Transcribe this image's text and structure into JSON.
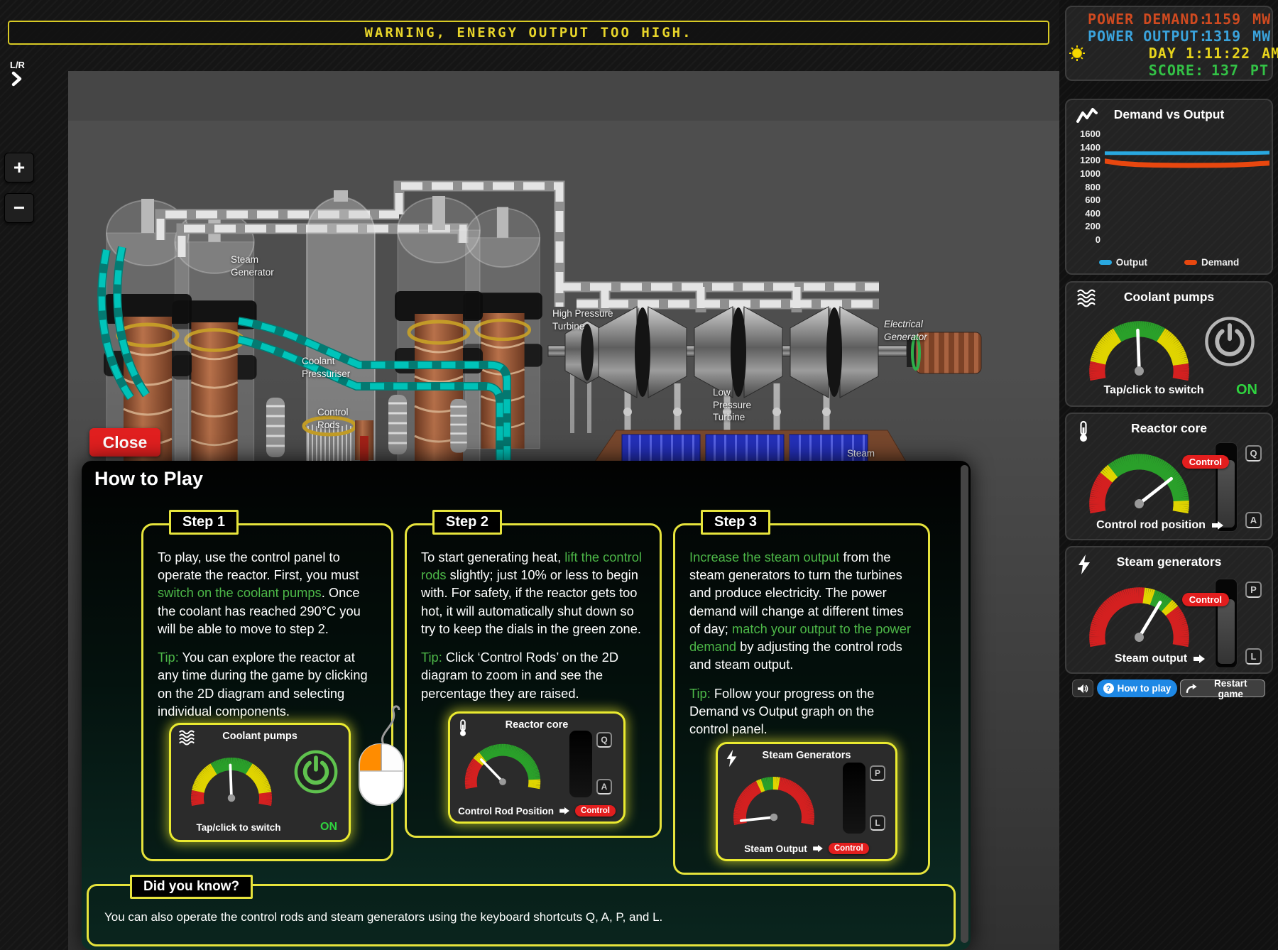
{
  "warning": {
    "text": "WARNING, ENERGY OUTPUT TOO HIGH."
  },
  "viewport": {
    "lr": "L/R",
    "zoom_in": "+",
    "zoom_out": "−",
    "labels": {
      "steam_generator": "Steam\nGenerator",
      "coolant_pressuriser": "Coolant\nPressuriser",
      "control_rods": "Control\nRods",
      "hp_turbine": "High Pressure\nTurbine",
      "lp_turbine": "Low\nPressure\nTurbine",
      "electrical_generator": "Electrical\nGenerator",
      "steam_condenser": "Steam\nCondenser"
    }
  },
  "status": {
    "rows": [
      {
        "label": "POWER DEMAND:",
        "value": "1159",
        "unit": "MW",
        "color": "#d04a20"
      },
      {
        "label": "POWER OUTPUT:",
        "value": "1319",
        "unit": "MW",
        "color": "#3aa3dc"
      },
      {
        "label": "DAY 1:",
        "value": "11:22",
        "unit": "AM",
        "color": "#e8d41c"
      },
      {
        "label": "SCORE:",
        "value": "137",
        "unit": "PT",
        "color": "#33c146"
      }
    ]
  },
  "chart_data": {
    "type": "line",
    "title": "Demand vs Output",
    "xlabel": "",
    "ylabel": "",
    "ylim": [
      0,
      1600
    ],
    "yticks": [
      1600,
      1400,
      1200,
      1000,
      800,
      600,
      400,
      200,
      0
    ],
    "grid": false,
    "legend_position": "bottom",
    "series": [
      {
        "name": "Output",
        "color": "#29a8e0",
        "values": [
          1310,
          1310,
          1310,
          1310,
          1310,
          1310,
          1310,
          1310,
          1310,
          1314,
          1319
        ]
      },
      {
        "name": "Demand",
        "color": "#e8470f",
        "values": [
          1190,
          1155,
          1138,
          1130,
          1126,
          1124,
          1125,
          1128,
          1133,
          1145,
          1159
        ]
      }
    ]
  },
  "panels": {
    "coolant_pumps": {
      "title": "Coolant pumps",
      "hint": "Tap/click to switch",
      "state": "ON",
      "state_color": "#2fd33f",
      "gauge": {
        "segments": [
          [
            -100,
            -80,
            "#d42020"
          ],
          [
            -80,
            -32,
            "#e0d400"
          ],
          [
            -32,
            32,
            "#2aa02a"
          ],
          [
            32,
            80,
            "#e0d400"
          ],
          [
            80,
            100,
            "#d42020"
          ]
        ],
        "needle": -2
      }
    },
    "reactor_core": {
      "title": "Reactor core",
      "label": "Control rod position",
      "badge": "Control",
      "key_up": "Q",
      "key_down": "A",
      "gauge": {
        "segments": [
          [
            -100,
            -52,
            "#d42020"
          ],
          [
            -52,
            -40,
            "#e0d400"
          ],
          [
            -40,
            86,
            "#2aa02a"
          ],
          [
            86,
            100,
            "#e0d400"
          ]
        ],
        "needle": 52
      }
    },
    "steam_generators": {
      "title": "Steam generators",
      "label": "Steam output",
      "badge": "Control",
      "key_up": "P",
      "key_down": "L",
      "gauge": {
        "segments": [
          [
            -100,
            6,
            "#d42020"
          ],
          [
            6,
            18,
            "#e0d400"
          ],
          [
            18,
            40,
            "#2aa02a"
          ],
          [
            40,
            52,
            "#e0d400"
          ],
          [
            52,
            100,
            "#d42020"
          ]
        ],
        "needle": 31
      }
    }
  },
  "sidebar_buttons": {
    "how_to_play": "How to play",
    "restart": "Restart game"
  },
  "modal": {
    "close": "Close",
    "title": "How to Play",
    "steps": [
      {
        "tab": "Step 1",
        "body": [
          {
            "t": "To play, use the control panel to operate the reactor. First, you must "
          },
          {
            "t": "switch on the coolant pumps",
            "g": true
          },
          {
            "t": ". Once the coolant has reached 290°C you will be able to move to step 2."
          }
        ],
        "tip": [
          {
            "t": "Tip:",
            "g": true
          },
          {
            "t": " You can explore the reactor at any time during the game by clicking on the 2D diagram and selecting individual components."
          }
        ],
        "mini": {
          "title": "Coolant pumps",
          "hint": "Tap/click to switch",
          "state": "ON",
          "gauge": {
            "segments": [
              [
                -100,
                -80,
                "#d42020"
              ],
              [
                -80,
                -32,
                "#e0d400"
              ],
              [
                -32,
                32,
                "#2aa02a"
              ],
              [
                32,
                80,
                "#e0d400"
              ],
              [
                80,
                100,
                "#d42020"
              ]
            ],
            "needle": -2
          }
        }
      },
      {
        "tab": "Step 2",
        "body": [
          {
            "t": "To start generating heat, "
          },
          {
            "t": "lift the control rods",
            "g": true
          },
          {
            "t": " slightly; just 10% or less to begin with. For safety, if the reactor gets too hot, it will automatically shut down so try to keep the dials in the green zone."
          }
        ],
        "tip": [
          {
            "t": "Tip:",
            "g": true
          },
          {
            "t": " Click ‘Control Rods’ on the 2D diagram to zoom in and see the percentage they are raised."
          }
        ],
        "mini": {
          "title": "Reactor core",
          "label": "Control Rod Position",
          "badge": "Control",
          "key_up": "Q",
          "key_down": "A",
          "gauge": {
            "segments": [
              [
                -100,
                -52,
                "#d42020"
              ],
              [
                -52,
                -40,
                "#e0d400"
              ],
              [
                -40,
                86,
                "#2aa02a"
              ],
              [
                86,
                100,
                "#e0d400"
              ]
            ],
            "needle": -44
          }
        }
      },
      {
        "tab": "Step 3",
        "body": [
          {
            "t": "Increase the steam output",
            "g": true
          },
          {
            "t": " from the steam generators to turn the turbines and produce electricity. The power demand will change at different times of day; "
          },
          {
            "t": "match your output to the power demand",
            "g": true
          },
          {
            "t": " by adjusting the control rods and steam output."
          }
        ],
        "tip": [
          {
            "t": "Tip:",
            "g": true
          },
          {
            "t": " Follow your progress on the Demand vs Output graph on the control panel."
          }
        ],
        "mini": {
          "title": "Steam Generators",
          "label": "Steam Output",
          "badge": "Control",
          "key_up": "P",
          "key_down": "L",
          "gauge": {
            "segments": [
              [
                -100,
                -26,
                "#d42020"
              ],
              [
                -26,
                -18,
                "#e0d400"
              ],
              [
                -18,
                -2,
                "#2aa02a"
              ],
              [
                -2,
                8,
                "#e0d400"
              ],
              [
                8,
                100,
                "#d42020"
              ]
            ],
            "needle": -96
          }
        }
      }
    ],
    "did_you_know": {
      "tab": "Did you know?",
      "text": "You can also operate the control rods and steam generators using the keyboard shortcuts Q, A, P, and L."
    }
  }
}
